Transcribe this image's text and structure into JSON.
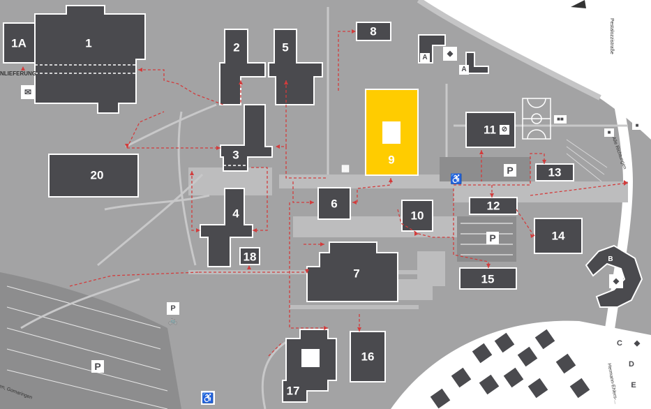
{
  "map": {
    "buildings": [
      {
        "id": "b1a",
        "label": "1A"
      },
      {
        "id": "b1",
        "label": "1"
      },
      {
        "id": "b2",
        "label": "2"
      },
      {
        "id": "b5",
        "label": "5"
      },
      {
        "id": "b8",
        "label": "8"
      },
      {
        "id": "b9",
        "label": "9"
      },
      {
        "id": "b11",
        "label": "11"
      },
      {
        "id": "b13",
        "label": "13"
      },
      {
        "id": "b20",
        "label": "20"
      },
      {
        "id": "b3",
        "label": "3"
      },
      {
        "id": "b4",
        "label": "4"
      },
      {
        "id": "b6",
        "label": "6"
      },
      {
        "id": "b10",
        "label": "10"
      },
      {
        "id": "b12",
        "label": "12"
      },
      {
        "id": "b14",
        "label": "14"
      },
      {
        "id": "b18",
        "label": "18"
      },
      {
        "id": "b7",
        "label": "7"
      },
      {
        "id": "b15",
        "label": "15"
      },
      {
        "id": "b16",
        "label": "16"
      },
      {
        "id": "b17",
        "label": "17"
      }
    ],
    "parking_label": "P",
    "letter_badges": {
      "a1": "A",
      "a2": "A",
      "b": "B",
      "c": "C",
      "d": "D",
      "e": "E"
    },
    "text_labels": {
      "delivery": "NLIEFERUNG",
      "street_pestalozzi": "Pestalozzistraße",
      "street_alle": "Alle Richtungen",
      "street_gomaringen": "en, Gomaringen",
      "street_hermann": "Hermann-Ehlers-..."
    },
    "colors": {
      "building": "#4a4a4e",
      "highlight": "#ffcc00",
      "ground": "#a3a3a4",
      "path": "#d23c3c"
    },
    "icons": [
      "mail-icon",
      "wheelchair-icon",
      "bike-parking-icon",
      "bus-stop-icon",
      "sports-field-icon",
      "no-access-icon",
      "arrow-icon"
    ]
  }
}
